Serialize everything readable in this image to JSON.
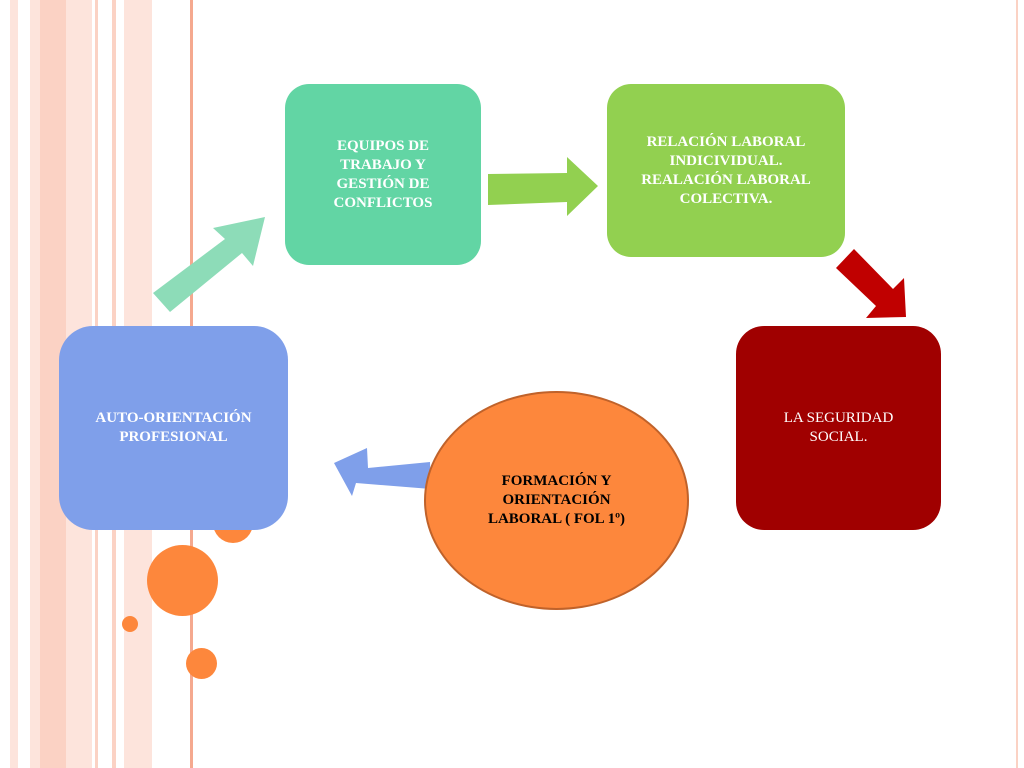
{
  "colors": {
    "stripe_light": "#fde4dc",
    "stripe_mid": "#fbd2c4",
    "stripe_line": "#f5a98f",
    "circle_orange": "#fd873c",
    "teal": "#62d5a4",
    "teal_arrow": "#8ddcb8",
    "green": "#92d050",
    "dark_red": "#a00000",
    "red_arrow": "#c00000",
    "blue": "#7f9fea",
    "orange": "#fd873c",
    "orange_border": "#c0622a",
    "text_white": "#ffffff",
    "text_dark": "#000000"
  },
  "nodes": {
    "equipos": {
      "label": "EQUIPOS DE\nTRABAJO Y\nGESTIÓN DE\nCONFLICTOS",
      "color": "#62d5a4",
      "text_color": "#ffffff",
      "bold": true
    },
    "relacion": {
      "label": "RELACIÓN LABORAL\nINDICIVIDUAL.\nREALACIÓN LABORAL\nCOLECTIVA.",
      "color": "#92d050",
      "text_color": "#ffffff",
      "bold": true
    },
    "seguridad": {
      "label": "LA SEGURIDAD\nSOCIAL.",
      "color": "#a00000",
      "text_color": "#ffffff",
      "bold": false
    },
    "formacion": {
      "label": "FORMACIÓN Y\nORIENTACIÓN\nLABORAL ( FOL 1º)",
      "color": "#fd873c",
      "text_color": "#000000",
      "bold": true
    },
    "auto": {
      "label": "AUTO-ORIENTACIÓN\nPROFESIONAL",
      "color": "#7f9fea",
      "text_color": "#ffffff",
      "bold": true
    }
  },
  "arrows": [
    {
      "name": "arrow-auto-to-equipos",
      "color": "#8ddcb8"
    },
    {
      "name": "arrow-equipos-to-relacion",
      "color": "#92d050"
    },
    {
      "name": "arrow-relacion-to-seguridad",
      "color": "#c00000"
    },
    {
      "name": "arrow-formacion-to-auto",
      "color": "#7f9fea"
    }
  ]
}
